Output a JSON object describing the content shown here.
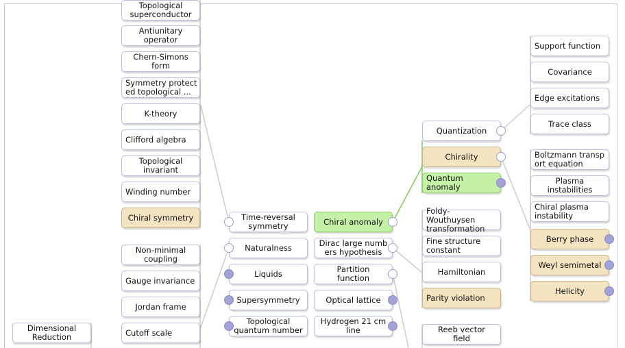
{
  "nodes": [
    {
      "id": "topo-supercond",
      "label": "Topological\nsuperconductor"
    },
    {
      "id": "antiunitary",
      "label": "Antiunitary\noperator"
    },
    {
      "id": "chern-simons",
      "label": "Chern-Simons\nform"
    },
    {
      "id": "sym-protected",
      "label": "Symmetry protect\ned topological ..."
    },
    {
      "id": "k-theory",
      "label": "K-theory"
    },
    {
      "id": "clifford",
      "label": "Clifford algebra"
    },
    {
      "id": "topo-invariant",
      "label": "Topological\ninvariant"
    },
    {
      "id": "winding",
      "label": "Winding number"
    },
    {
      "id": "chiral-sym",
      "label": "Chiral symmetry",
      "style": "tan"
    },
    {
      "id": "non-minimal",
      "label": "Non-minimal\ncoupling"
    },
    {
      "id": "gauge-inv",
      "label": "Gauge invariance"
    },
    {
      "id": "jordan",
      "label": "Jordan frame"
    },
    {
      "id": "cutoff",
      "label": "Cutoff scale"
    },
    {
      "id": "dim-reduction",
      "label": "Dimensional\nReduction"
    },
    {
      "id": "time-reversal",
      "label": "Time-reversal\nsymmetry"
    },
    {
      "id": "naturalness",
      "label": "Naturalness"
    },
    {
      "id": "liquids",
      "label": "Liquids"
    },
    {
      "id": "supersymmetry",
      "label": "Supersymmetry"
    },
    {
      "id": "topo-qnum",
      "label": "Topological\nquantum number"
    },
    {
      "id": "chiral-anomaly",
      "label": "Chiral anomaly",
      "style": "green"
    },
    {
      "id": "dirac-large",
      "label": "Dirac large numb\ners hypothesis"
    },
    {
      "id": "partition",
      "label": "Partition\nfunction"
    },
    {
      "id": "optical-lattice",
      "label": "Optical lattice"
    },
    {
      "id": "hydrogen21",
      "label": "Hydrogen 21 cm\nline"
    },
    {
      "id": "quantization",
      "label": "Quantization"
    },
    {
      "id": "chirality",
      "label": "Chirality",
      "style": "tan"
    },
    {
      "id": "quantum-anomaly",
      "label": "Quantum anomaly",
      "style": "green"
    },
    {
      "id": "foldy",
      "label": "Foldy-Wouthuysen\ntransformation"
    },
    {
      "id": "fine-structure",
      "label": "Fine structure\nconstant"
    },
    {
      "id": "hamiltonian",
      "label": "Hamiltonian"
    },
    {
      "id": "parity-violation",
      "label": "Parity violation",
      "style": "tan"
    },
    {
      "id": "reeb",
      "label": "Reeb vector\nfield"
    },
    {
      "id": "support-fn",
      "label": "Support function"
    },
    {
      "id": "covariance",
      "label": "Covariance"
    },
    {
      "id": "edge-exc",
      "label": "Edge excitations"
    },
    {
      "id": "trace-class",
      "label": "Trace class"
    },
    {
      "id": "boltzmann",
      "label": "Boltzmann transp\nort equation"
    },
    {
      "id": "plasma",
      "label": "Plasma\ninstabilities"
    },
    {
      "id": "chiral-plasma",
      "label": "Chiral plasma\ninstability"
    },
    {
      "id": "berry",
      "label": "Berry phase",
      "style": "tan"
    },
    {
      "id": "weyl",
      "label": "Weyl semimetal",
      "style": "tan"
    },
    {
      "id": "helicity",
      "label": "Helicity",
      "style": "tan"
    }
  ],
  "colors": {
    "edge": "#cccccc",
    "active_edge": "#7fc95a",
    "node_border": "#b9bfe0",
    "tan": "#f3e3c0",
    "green": "#c4f0a8",
    "handle_fill": "#a3a3d8"
  }
}
